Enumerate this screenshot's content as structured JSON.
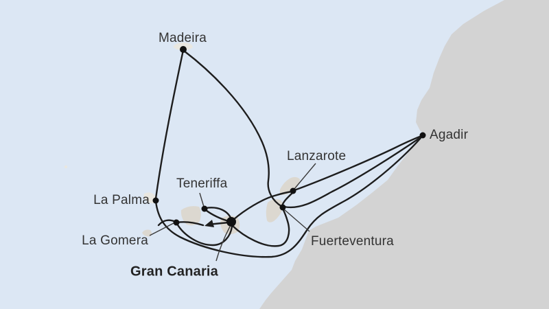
{
  "map": {
    "colors": {
      "sea": "#dce7f4",
      "land": "#d3d3d3",
      "island": "#dcd8d0",
      "island_light": "#e9e7e0",
      "route": "#1d1d1d",
      "leader": "#3a3a3a",
      "dot": "#111111",
      "label": "#333333"
    },
    "ports": [
      {
        "label": "Madeira"
      },
      {
        "label": "La Palma"
      },
      {
        "label": "Teneriffa"
      },
      {
        "label": "La Gomera"
      },
      {
        "label": "Gran Canaria",
        "emphasized": true
      },
      {
        "label": "Fuerteventura"
      },
      {
        "label": "Lanzarote"
      },
      {
        "label": "Agadir"
      }
    ]
  }
}
